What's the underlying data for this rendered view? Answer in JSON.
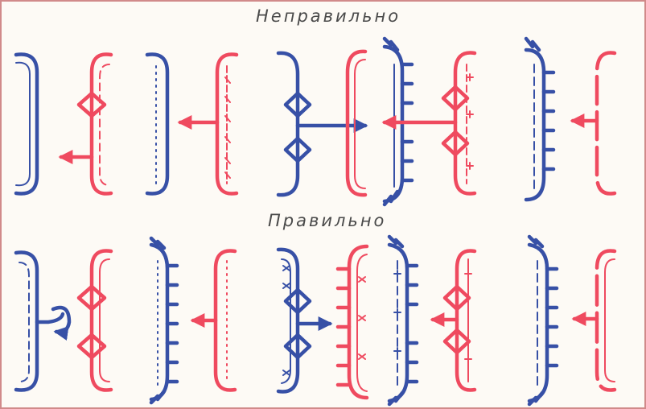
{
  "headings": {
    "wrong": "Неправильно",
    "right": "Правильно"
  },
  "colors": {
    "blue": "#3750a6",
    "red": "#ef4a5f",
    "background": "#fdfaf5",
    "border": "#d18a8a"
  },
  "panels": [
    {
      "row": "wrong",
      "index": 1
    },
    {
      "row": "wrong",
      "index": 2
    },
    {
      "row": "wrong",
      "index": 3
    },
    {
      "row": "wrong",
      "index": 4
    },
    {
      "row": "right",
      "index": 1
    },
    {
      "row": "right",
      "index": 2
    },
    {
      "row": "right",
      "index": 3
    },
    {
      "row": "right",
      "index": 4
    }
  ]
}
